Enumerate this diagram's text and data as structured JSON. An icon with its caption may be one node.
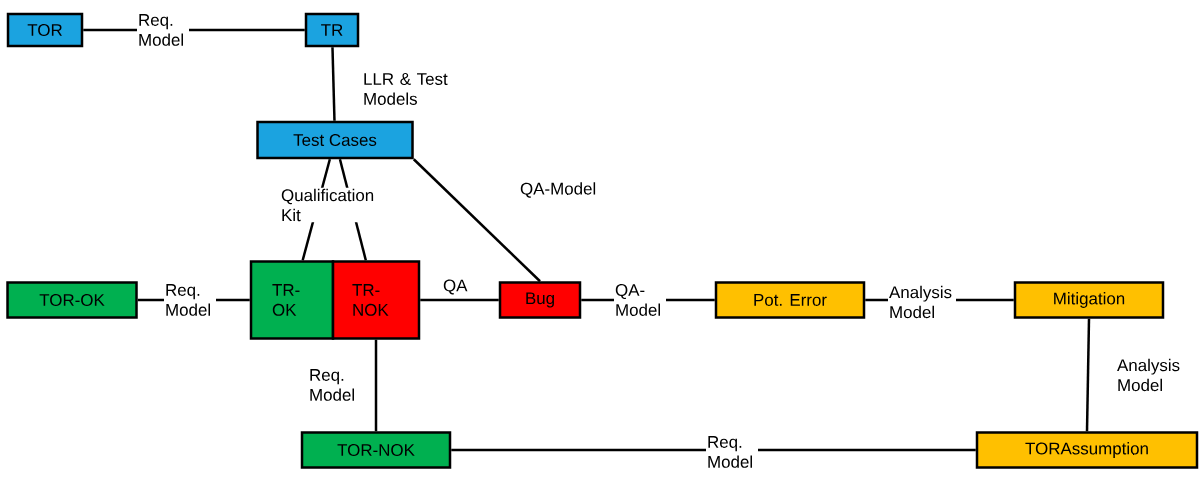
{
  "diagram": {
    "nodes": [
      {
        "text": [
          "TOR"
        ]
      },
      {
        "text": [
          "TR"
        ]
      },
      {
        "text": [
          "Test Cases"
        ]
      },
      {
        "text": [
          "TOR-OK"
        ]
      },
      {
        "text": [
          "TR-OK"
        ]
      },
      {
        "text": [
          "TR-NOK"
        ]
      },
      {
        "text": [
          "Bug"
        ]
      },
      {
        "text": [
          "Pot. Error"
        ]
      },
      {
        "text": [
          "Mitigation"
        ]
      },
      {
        "text": [
          "TOR-NOK"
        ]
      },
      {
        "text": [
          "TORAssumption"
        ]
      }
    ],
    "edges": [
      {
        "from": 0,
        "to": 1,
        "arrow": "none",
        "label": "Req. Model"
      },
      {
        "from": 1,
        "to": 2,
        "arrow": "none",
        "label": "LLR & Test Models"
      },
      {
        "from": 2,
        "to": 4,
        "arrow": "none",
        "label": "Qualification Kit"
      },
      {
        "from": 2,
        "to": 5,
        "arrow": "none"
      },
      {
        "from": 2,
        "to": 6,
        "arrow": "none",
        "label": "QA-Model"
      },
      {
        "from": 3,
        "to": 4,
        "arrow": "none",
        "label": "Req. Model"
      },
      {
        "from": 5,
        "to": 6,
        "arrow": "none",
        "label": "QA"
      },
      {
        "from": 6,
        "to": 7,
        "arrow": "none",
        "label": "QA- Model"
      },
      {
        "from": 7,
        "to": 8,
        "arrow": "none",
        "label": "Analysis Model"
      },
      {
        "from": 8,
        "to": 10,
        "arrow": "none",
        "label": "Analysis Model"
      },
      {
        "from": 5,
        "to": 9,
        "arrow": "none",
        "label": "Req. Model"
      },
      {
        "from": 9,
        "to": 10,
        "arrow": "none",
        "label": "Req. Model"
      }
    ]
  }
}
